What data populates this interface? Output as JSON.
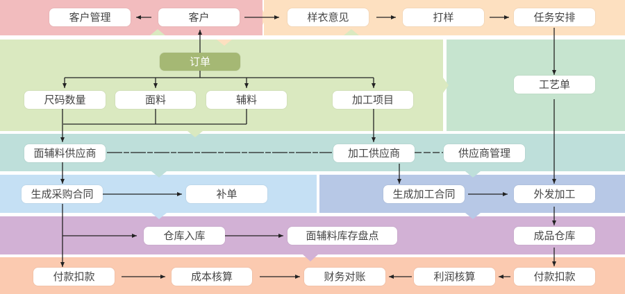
{
  "colors": {
    "customer_band": "#f2bcbe",
    "sample_band": "#fde0c0",
    "order_band": "#dae9c0",
    "craft_band": "#c6e4cf",
    "supplier_band": "#bedfda",
    "purchase_band": "#c5e0f4",
    "processing_band": "#b7c8e6",
    "warehouse_band": "#d2b1d5",
    "finance_band": "#fbcab0",
    "order_node": "#a5b874",
    "line": "#222222"
  },
  "nodes": {
    "customer_mgmt": "客户管理",
    "customer": "客户",
    "sample_feedback": "样衣意见",
    "sampling": "打样",
    "task_schedule": "任务安排",
    "order": "订单",
    "size_qty": "尺码数量",
    "fabric": "面料",
    "accessories": "辅料",
    "processing_items": "加工项目",
    "craft_sheet": "工艺单",
    "material_supplier": "面辅料供应商",
    "processing_supplier": "加工供应商",
    "supplier_mgmt": "供应商管理",
    "purchase_contract": "生成采购合同",
    "supplement_order": "补单",
    "processing_contract": "生成加工合同",
    "outsourced_processing": "外发加工",
    "warehouse_in": "仓库入库",
    "material_inventory": "面辅料库存盘点",
    "finished_goods_warehouse": "成品仓库",
    "payment_deduction_left": "付款扣款",
    "cost_accounting": "成本核算",
    "financial_reconciliation": "财务对账",
    "profit_accounting": "利润核算",
    "payment_deduction_right": "付款扣款"
  }
}
